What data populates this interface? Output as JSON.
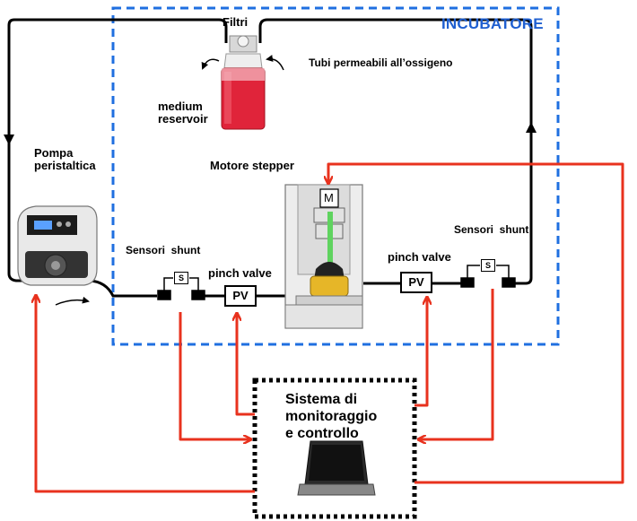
{
  "labels": {
    "incubatore": "INCUBATORE",
    "filtri": "Filtri",
    "tubi": "Tubi permeabili all’ossigeno",
    "medium_line1": "medium",
    "medium_line2": "reservoir",
    "pompa_line1": "Pompa",
    "pompa_line2": "peristaltica",
    "motore": "Motore stepper",
    "sensori_left": "Sensori  shunt",
    "sensori_right": "Sensori  shunt",
    "pinch_left": "pinch valve",
    "pinch_right": "pinch valve",
    "pv_left": "PV",
    "pv_right": "PV",
    "s_left": "S",
    "s_right": "S",
    "motor_m": "M",
    "sistema_line1": "Sistema di",
    "sistema_line2": "monitoraggio",
    "sistema_line3": "e controllo"
  },
  "colors": {
    "incubator_border": "#1f6fe0",
    "incubatore_text": "#1f5fd0",
    "signal_arrows": "#e8321e",
    "tubing": "#000000",
    "medium_fill": "#e0243a"
  }
}
